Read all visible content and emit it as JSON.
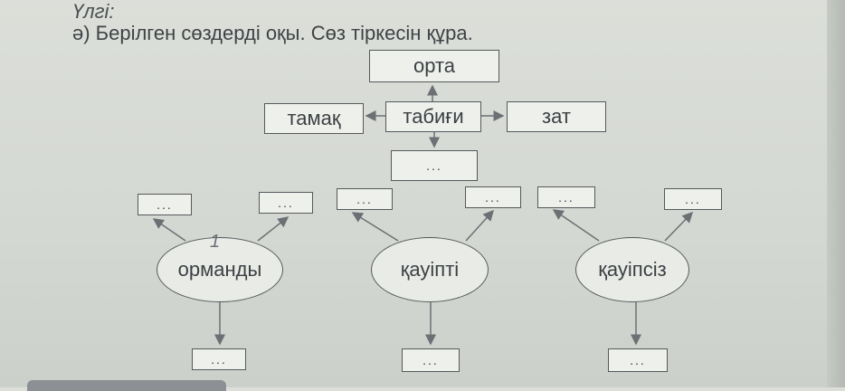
{
  "page": {
    "heading": "Үлгі:",
    "instruction": "ә) Берілген сөздерді оқы. Сөз тіркесін құра."
  },
  "top_cluster": {
    "center": "табиғи",
    "top": "орта",
    "left": "тамақ",
    "right": "зат",
    "bottom": "..."
  },
  "ovals": [
    {
      "label": "орманды",
      "note": "1",
      "left_blank": "...",
      "right_blank": "...",
      "bottom_blank": "..."
    },
    {
      "label": "қауіпті",
      "left_blank": "...",
      "right_blank": "...",
      "bottom_blank": "..."
    },
    {
      "label": "қауіпсіз",
      "left_blank": "...",
      "right_blank": "...",
      "bottom_blank": "..."
    }
  ],
  "colors": {
    "line": "#6c7074",
    "box_border": "#55595c",
    "text": "#3c4043"
  }
}
